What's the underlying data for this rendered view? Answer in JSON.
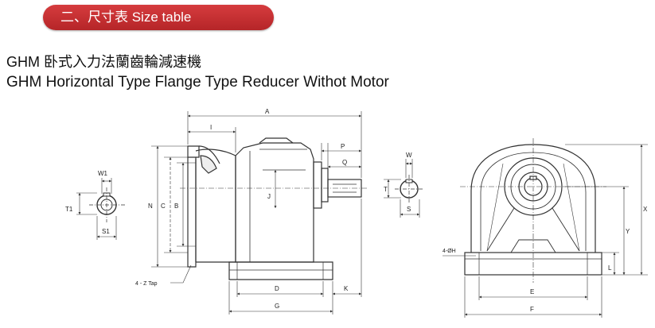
{
  "banner": {
    "text": "二、尺寸表 Size table",
    "color": "#c8302f"
  },
  "title_cn": "GHM 卧式入力法蘭齒輪減速機",
  "title_en": "GHM  Horizontal Type Flange Type Reducer Withot Motor",
  "labels": {
    "A": "A",
    "I": "I",
    "P": "P",
    "Q": "Q",
    "J": "J",
    "N": "N",
    "C": "C",
    "B": "B",
    "D": "D",
    "G": "G",
    "K": "K",
    "tap": "4 - Z     Tap",
    "W1": "W1",
    "T1": "T1",
    "S1": "S1",
    "W": "W",
    "T": "T",
    "S": "S",
    "X": "X",
    "Y": "Y",
    "L": "L",
    "E": "E",
    "F": "F",
    "H": "4-ØH"
  }
}
